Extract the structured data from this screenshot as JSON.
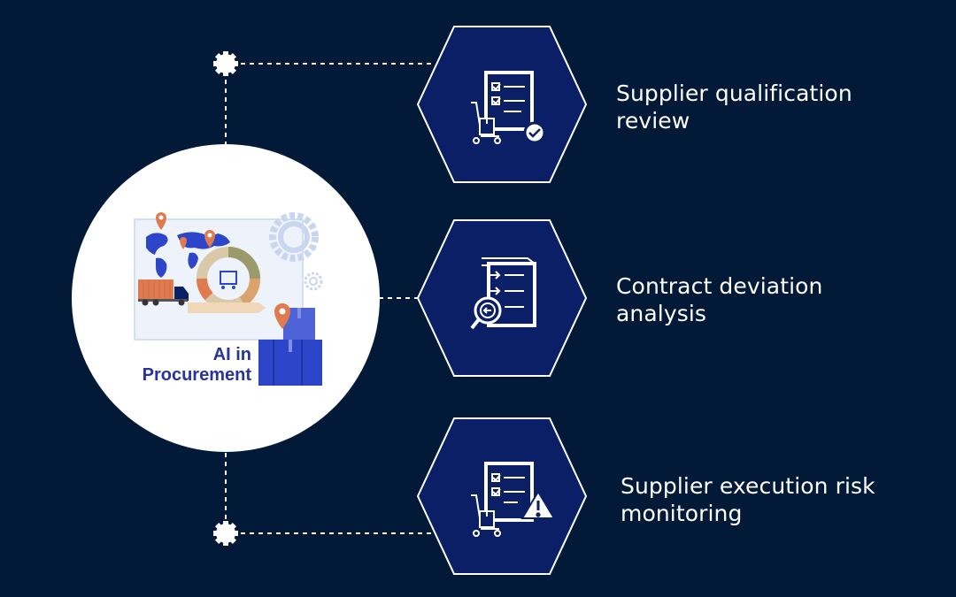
{
  "hub": {
    "title_line1": "AI in",
    "title_line2": "Procurement"
  },
  "nodes": [
    {
      "line1": "Supplier qualification",
      "line2": "review",
      "icon": "checklist-cart-check-icon"
    },
    {
      "line1": "Contract deviation",
      "line2": "analysis",
      "icon": "document-magnifier-icon"
    },
    {
      "line1": "Supplier execution risk",
      "line2": "monitoring",
      "icon": "checklist-cart-warning-icon"
    }
  ],
  "colors": {
    "background": "#021a38",
    "hexagon_fill": "#0b1f66",
    "hexagon_stroke": "#ffffff",
    "connector": "#ffffff",
    "hub_fill": "#ffffff",
    "accent_blue": "#2c45c9",
    "accent_orange": "#e07a4f"
  }
}
